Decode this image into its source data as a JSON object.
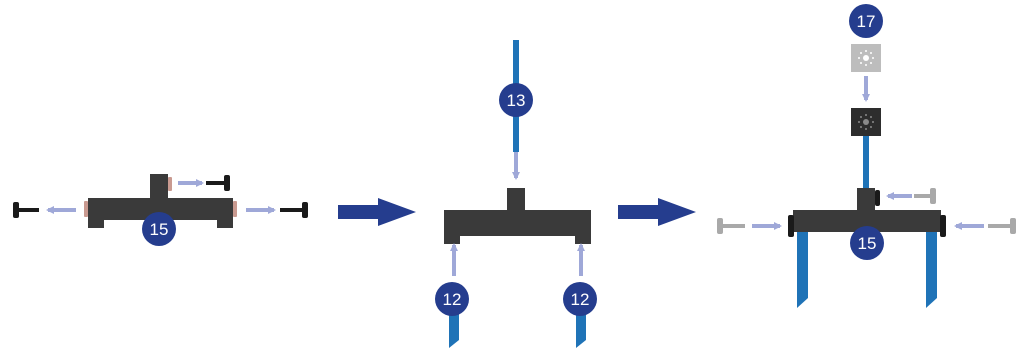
{
  "colors": {
    "frame": "#3a3a3a",
    "badge": "#253d8e",
    "blue_arrow": "#253d8e",
    "small_arrow": "#9fa8d8",
    "rod": "#1f73b7",
    "pin_dark": "#1a1a1a",
    "pin_light": "#a9a9a9",
    "cap_ring": "#c99a90",
    "block_light": "#bdbdbd",
    "block_dark": "#2d2d2d"
  },
  "steps": [
    {
      "name": "step-1",
      "badges": [
        "15"
      ]
    },
    {
      "name": "step-2",
      "badges": [
        "13",
        "12",
        "12"
      ]
    },
    {
      "name": "step-3",
      "badges": [
        "17",
        "15"
      ]
    }
  ],
  "icons": [
    "right-arrow-icon",
    "pin-icon",
    "knob-icon"
  ]
}
